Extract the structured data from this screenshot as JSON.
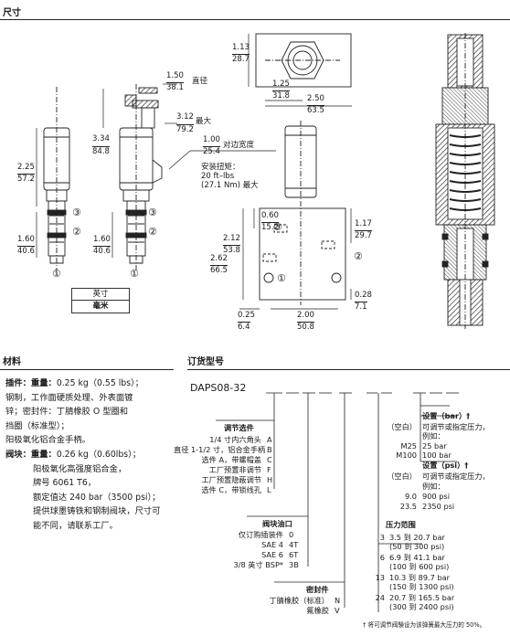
{
  "dimensions_section": {
    "title": "尺寸",
    "legend": {
      "inch": "英寸",
      "mm": "毫米"
    },
    "labels": {
      "diameter": "直径",
      "max1": "最大",
      "across_flats": "对边宽度",
      "torque_line1": "安装扭矩：",
      "torque_line2": "20 ft–lbs",
      "torque_line3": "(27.1 Nm) 最大"
    },
    "dims": {
      "d1_in": "1.50",
      "d1_mm": "38.1",
      "d2_in": "3.12",
      "d2_mm": "79.2",
      "d3_in": "3.34",
      "d3_mm": "84.8",
      "d4_in": "1.00",
      "d4_mm": "25.4",
      "d5_in": "2.25",
      "d5_mm": "57.2",
      "d6_in": "1.60",
      "d6_mm": "40.6",
      "d7_in": "1.60",
      "d7_mm": "40.6",
      "d8_in": "1.13",
      "d8_mm": "28.7",
      "d9_in": "1.25",
      "d9_mm": "31.8",
      "d10_in": "2.50",
      "d10_mm": "63.5",
      "d11_in": "0.60",
      "d11_mm": "15.2",
      "d12_in": "2.12",
      "d12_mm": "53.8",
      "d13_in": "2.62",
      "d13_mm": "66.5",
      "d14_in": "1.17",
      "d14_mm": "29.7",
      "d15_in": "0.28",
      "d15_mm": "7.1",
      "d16_in": "0.25",
      "d16_mm": "6.4",
      "d17_in": "2.00",
      "d17_mm": "50.8"
    },
    "ports": {
      "p1": "①",
      "p2": "②",
      "p3": "③"
    }
  },
  "materials": {
    "title": "材料",
    "cartridge_label": "插件：",
    "cartridge_weight_label": "重量：",
    "cartridge_lines": [
      "0.25 kg（0.55 lbs）；",
      "钢制，工作面硬质处理、外表面镀",
      "锌；密封件：丁腈橡胶 O 型圈和",
      "挡圈（标准型）；",
      "阳极氧化铝合金手柄。"
    ],
    "body_label": "阀块：",
    "body_weight_label": "重量：",
    "body_lines": [
      "0.26 kg（0.60lbs）；",
      "阳极氧化高强度铝合金，",
      "牌号 6061 T6，",
      "额定值达 240 bar（3500 psi）；",
      "提供球墨铸铁和钢制阀块，尺寸可",
      "能不同，请联系工厂。"
    ]
  },
  "ordering": {
    "title": "订货型号",
    "model": "DAPS08-32",
    "adjustment": {
      "header": "调节选件",
      "options": [
        {
          "text": "1/4 寸内六角头",
          "code": "A"
        },
        {
          "text": "直径 1-1/2 寸，铝合金手柄",
          "code": "B"
        },
        {
          "text": "选件 A，带螺帽盖",
          "code": "C"
        },
        {
          "text": "工厂预置非调节",
          "code": "F"
        },
        {
          "text": "工厂预置隐蔽调节",
          "code": "H"
        },
        {
          "text": "选件 C，带锁线孔",
          "code": "L"
        }
      ]
    },
    "port": {
      "header": "阀块油口",
      "options": [
        {
          "text": "仅订购插装件",
          "code": "0"
        },
        {
          "text": "SAE 4",
          "code": "4T"
        },
        {
          "text": "SAE 6",
          "code": "6T"
        },
        {
          "text": "3/8 英寸 BSP*",
          "code": "3B"
        }
      ]
    },
    "seal": {
      "header": "密封件",
      "options": [
        {
          "text": "丁腈橡胶（标准）",
          "code": "N"
        },
        {
          "text": "氟橡胶",
          "code": "V"
        }
      ]
    },
    "setting_bar": {
      "header": "设置（bar）†",
      "options": [
        {
          "code": "（空白）",
          "text": "可调节或指定压力，"
        },
        {
          "code": "",
          "text": "例如："
        },
        {
          "code": "M25",
          "text": "25 bar"
        },
        {
          "code": "M100",
          "text": "100 bar"
        }
      ]
    },
    "setting_psi": {
      "header": "设置（psi）†",
      "options": [
        {
          "code": "（空白）",
          "text": "可调节或指定压力，"
        },
        {
          "code": "",
          "text": "例如："
        },
        {
          "code": "9.0",
          "text": "900 psi"
        },
        {
          "code": "23.5",
          "text": "2350 psi"
        }
      ]
    },
    "pressure": {
      "header": "压力范围",
      "options": [
        {
          "code": "3",
          "l1": "3.5 到 20.7 bar",
          "l2": "(50 到 300 psi)"
        },
        {
          "code": "6",
          "l1": "6.9 到 41.1 bar",
          "l2": "(100 到 600 psi)"
        },
        {
          "code": "13",
          "l1": "10.3 到 89.7 bar",
          "l2": "(150 到 1300 psi)"
        },
        {
          "code": "24",
          "l1": "20.7 到 165.5 bar",
          "l2": "(300 到 2400 psi)"
        }
      ]
    },
    "footnote": "† 将可调节阀験设为该弹簧最大压力的 50%。"
  }
}
